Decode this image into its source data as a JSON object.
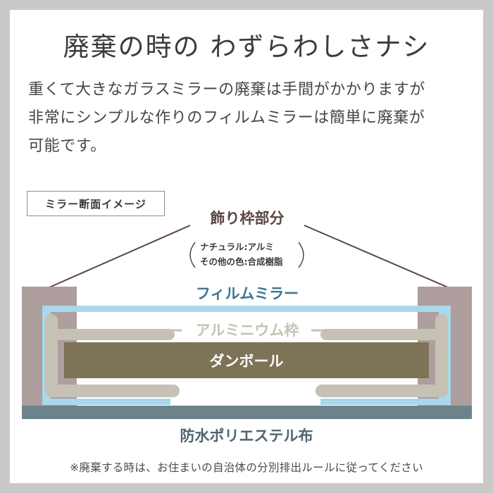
{
  "title": "廃棄の時の わずらわしさナシ",
  "intro_lines": [
    "重くて大きなガラスミラーの廃棄は手間がかかりますが",
    "非常にシンプルな作りのフィルムミラーは簡単に廃棄が",
    "可能です。"
  ],
  "section_tag": "ミラー断面イメージ",
  "diagram": {
    "frame_label": "飾り枠部分",
    "frame_material_1": "ナチュラル:アルミ",
    "frame_material_2": "その他の色:合成樹脂",
    "film_label": "フィルムミラー",
    "aluminum_label": "アルミニウム枠",
    "cardboard_label": "ダンボール",
    "cloth_label": "防水ポリエステル布"
  },
  "footnote": "※廃棄する時は、お住まいの自治体の分別排出ルールに従ってください",
  "colors": {
    "frame": "#ae9e9d",
    "film": "#a9d8ea",
    "aluminum": "#c5c2b5",
    "cardboard": "#7d7357",
    "cloth": "#6d838b",
    "film_text": "#3f7590",
    "frame_text": "#5b4643",
    "cloth_text": "#4d6570"
  }
}
